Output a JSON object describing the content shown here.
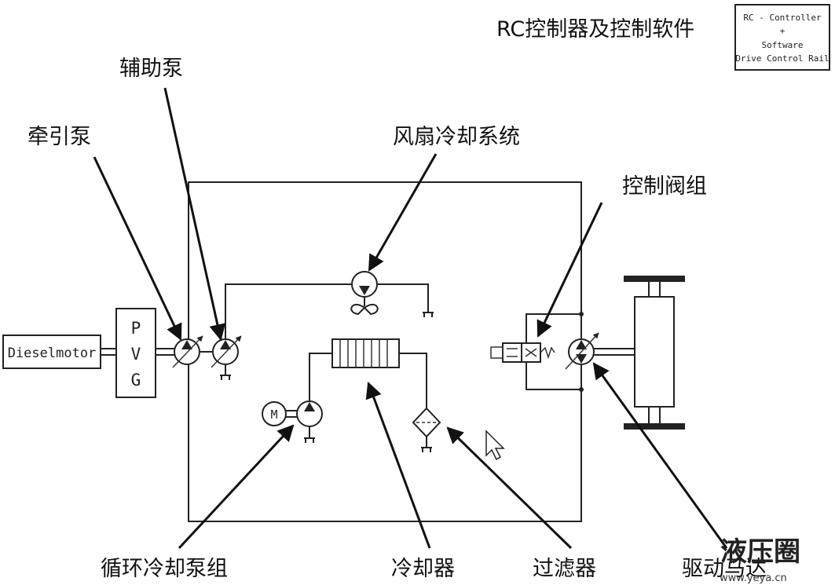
{
  "labels": {
    "rc_controller": "RC控制器及控制软件",
    "aux_pump": "辅助泵",
    "traction_pump": "牵引泵",
    "fan_cooling": "风扇冷却系统",
    "control_valve": "控制阀组",
    "circ_pump": "循环冷却泵组",
    "cooler": "冷却器",
    "filter": "过滤器",
    "drive_motor": "驱动马达"
  },
  "components": {
    "engine": "Dieselmotor",
    "pvg_p": "P",
    "pvg_v": "V",
    "pvg_g": "G",
    "motor_m": "M"
  },
  "rc_box": {
    "line1": "RC - Controller",
    "line2": "+",
    "line3": "Software",
    "line4": "Drive Control Rail"
  },
  "watermark": {
    "brand": "液压圈",
    "url": "www.yeya.cn"
  }
}
